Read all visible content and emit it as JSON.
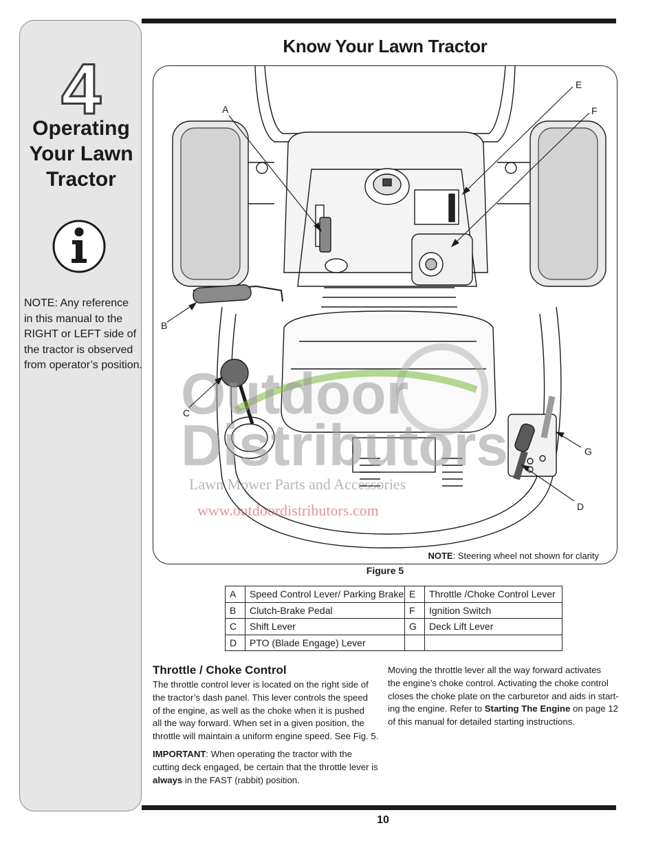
{
  "chapter": {
    "number": "4",
    "title_lines": [
      "Operating",
      "Your Lawn",
      "Tractor"
    ]
  },
  "sidebar_note_lines": [
    "NOTE: Any reference",
    "in this manual to the",
    "RIGHT or LEFT side of",
    "the tractor is observed",
    "from operator’s position."
  ],
  "page_title": "Know Your Lawn Tractor",
  "figure": {
    "callouts": [
      "A",
      "B",
      "C",
      "D",
      "E",
      "F",
      "G"
    ],
    "note_bold": "NOTE",
    "note_text": ": Steering wheel not shown for clarity",
    "caption": "Figure 5",
    "watermark": {
      "line1": "Outdoor",
      "line2": "Distributors",
      "line3": "Lawn Mower Parts and Accessories",
      "line4": "www.outdoordistributors.com"
    }
  },
  "legend": [
    [
      "A",
      "Speed Control Lever/ Parking Brake",
      "E",
      "Throttle /Choke Control Lever"
    ],
    [
      "B",
      "Clutch-Brake Pedal",
      "F",
      "Ignition Switch"
    ],
    [
      "C",
      "Shift Lever",
      "G",
      "Deck Lift Lever"
    ],
    [
      "D",
      "PTO (Blade Engage) Lever",
      "",
      ""
    ]
  ],
  "section": {
    "title": "Throttle / Choke Control",
    "left_lines": [
      "The throttle control lever is located on the right side of",
      "the tractor’s dash panel. This lever controls the speed",
      "of the engine, as well as the choke when it is pushed",
      "all the way forward. When set in a given position, the",
      "throttle will maintain a uniform engine speed. See Fig. 5."
    ],
    "important_lines": [
      {
        "b": "IMPORTANT",
        "t": ": When operating the tractor with the"
      },
      {
        "b": "",
        "t": "cutting deck engaged, be certain that the throttle lever is"
      },
      {
        "b": "always",
        "t": " in the FAST (rabbit) position."
      }
    ],
    "right_lines": [
      {
        "t": "Moving the throttle lever all the way forward activates",
        "b": "",
        "a": ""
      },
      {
        "t": "the engine’s choke control.  Activating the choke control",
        "b": "",
        "a": ""
      },
      {
        "t": "closes the choke plate on the carburetor and aids in start-",
        "b": "",
        "a": ""
      },
      {
        "t": "ing the engine. Refer to ",
        "b": "Starting The Engine",
        "a": " on page 12"
      },
      {
        "t": "of this manual for detailed starting instructions.",
        "b": "",
        "a": ""
      }
    ]
  },
  "page_number": "10",
  "colors": {
    "sidebar": "#e6e6e6",
    "rule": "#1a1a1a",
    "watermark": "#9a9a9a",
    "watermark_green": "#79b83a",
    "watermark_red": "#d46a6a"
  }
}
